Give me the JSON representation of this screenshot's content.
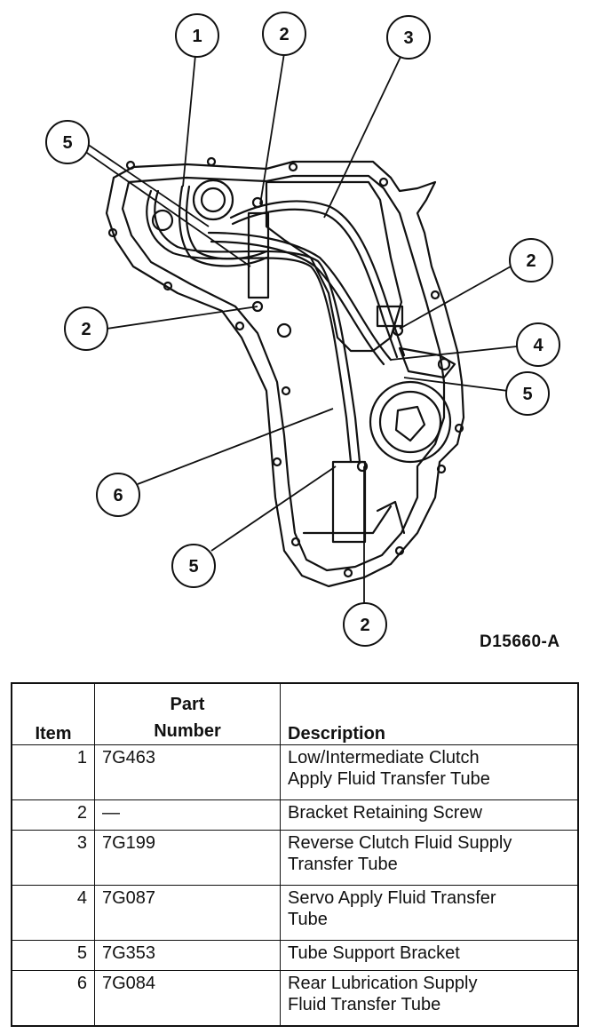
{
  "figure": {
    "code": "D15660-A",
    "callouts": [
      "1",
      "2",
      "3",
      "5",
      "2",
      "2",
      "4",
      "5",
      "6",
      "5",
      "2"
    ]
  },
  "table": {
    "headers": {
      "item": "Item",
      "part_line1": "Part",
      "part_line2": "Number",
      "description": "Description"
    },
    "rows": [
      {
        "item": "1",
        "part": "7G463",
        "desc1": "Low/Intermediate Clutch",
        "desc2": "Apply Fluid Transfer Tube"
      },
      {
        "item": "2",
        "part": "—",
        "desc1": "Bracket Retaining Screw",
        "desc2": ""
      },
      {
        "item": "3",
        "part": "7G199",
        "desc1": "Reverse Clutch Fluid Supply",
        "desc2": "Transfer Tube"
      },
      {
        "item": "4",
        "part": "7G087",
        "desc1": "Servo Apply Fluid Transfer",
        "desc2": "Tube"
      },
      {
        "item": "5",
        "part": "7G353",
        "desc1": "Tube Support Bracket",
        "desc2": ""
      },
      {
        "item": "6",
        "part": "7G084",
        "desc1": "Rear Lubrication Supply",
        "desc2": "Fluid Transfer Tube"
      }
    ]
  }
}
